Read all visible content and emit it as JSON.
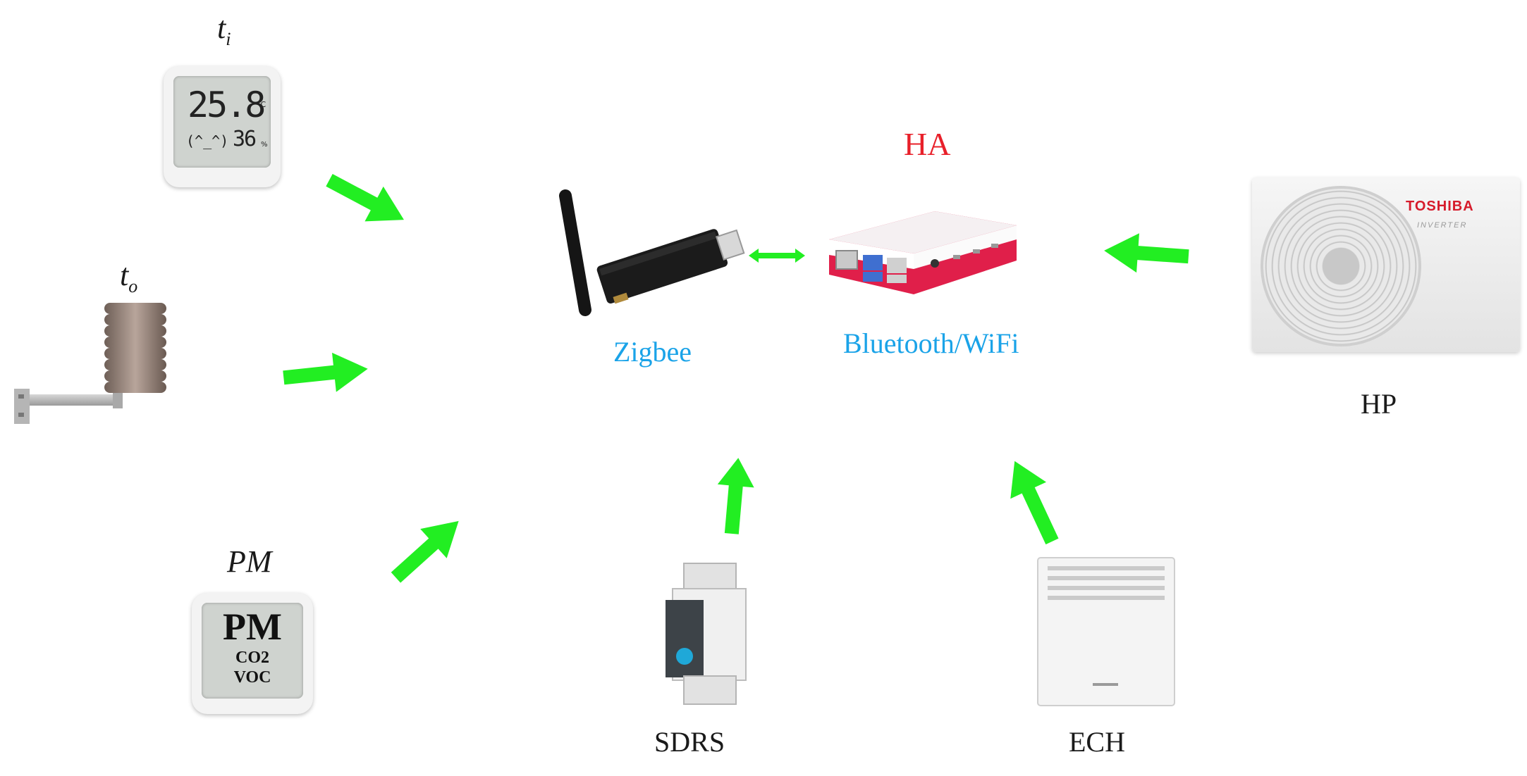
{
  "labels": {
    "ti_main": "t",
    "ti_sub": "i",
    "to_main": "t",
    "to_sub": "o",
    "pm": "PM",
    "ha": "HA",
    "zigbee": "Zigbee",
    "bluetooth_wifi": "Bluetooth/WiFi",
    "hp": "HP",
    "sdrs": "SDRS",
    "ech": "ECH"
  },
  "thermometer_display": {
    "temp": "25.8",
    "temp_unit": "°C",
    "face": "(^_^)",
    "humidity": "36",
    "humidity_unit": "%"
  },
  "pm_display": {
    "line1": "PM",
    "line2": "CO2",
    "line3": "VOC"
  },
  "heat_pump": {
    "brand": "TOSHIBA",
    "model": "INVERTER"
  },
  "colors": {
    "arrow": "#22ee22",
    "link_label": "#1aa3e8",
    "hub_label": "#e8202a"
  }
}
